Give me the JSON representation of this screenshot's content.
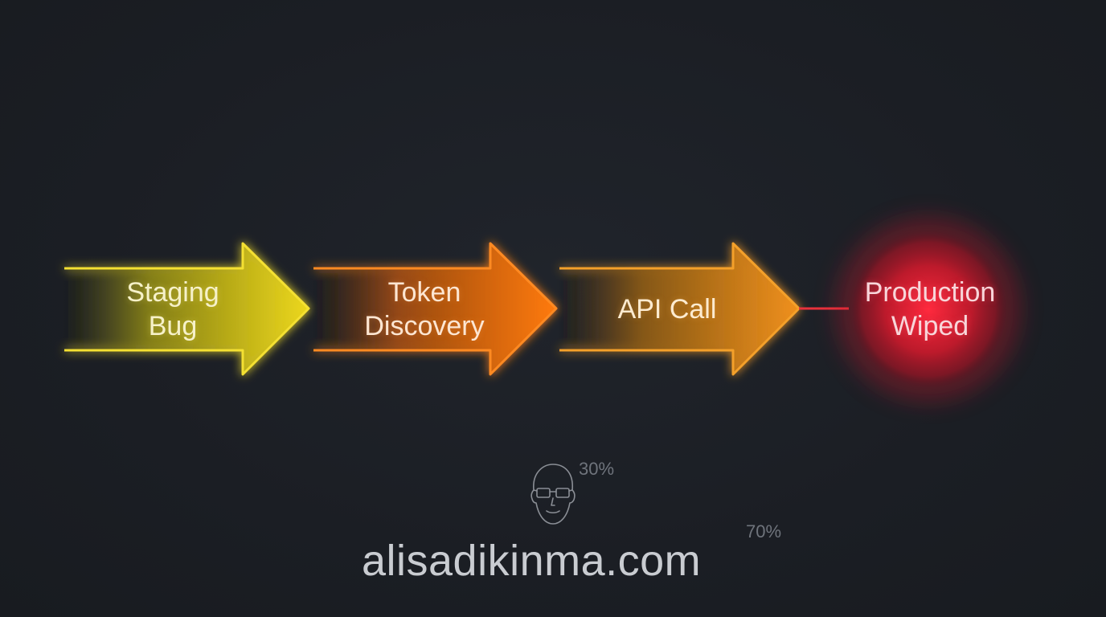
{
  "steps": [
    {
      "line1": "Staging",
      "line2": "Bug",
      "color": "#e6d21a"
    },
    {
      "line1": "Token",
      "line2": "Discovery",
      "color": "#f07d12"
    },
    {
      "line1": "API Call",
      "color": "#e8961c"
    },
    {
      "line1": "Production",
      "line2": "Wiped",
      "color": "#e8263a"
    }
  ],
  "watermark": {
    "text": "alisadikinma.com",
    "logo_icon": "bald-face-glasses-icon",
    "pct_a": "30%",
    "pct_b": "70%"
  },
  "colors": {
    "background": "#1c1f25",
    "connector": "#e8323c"
  }
}
